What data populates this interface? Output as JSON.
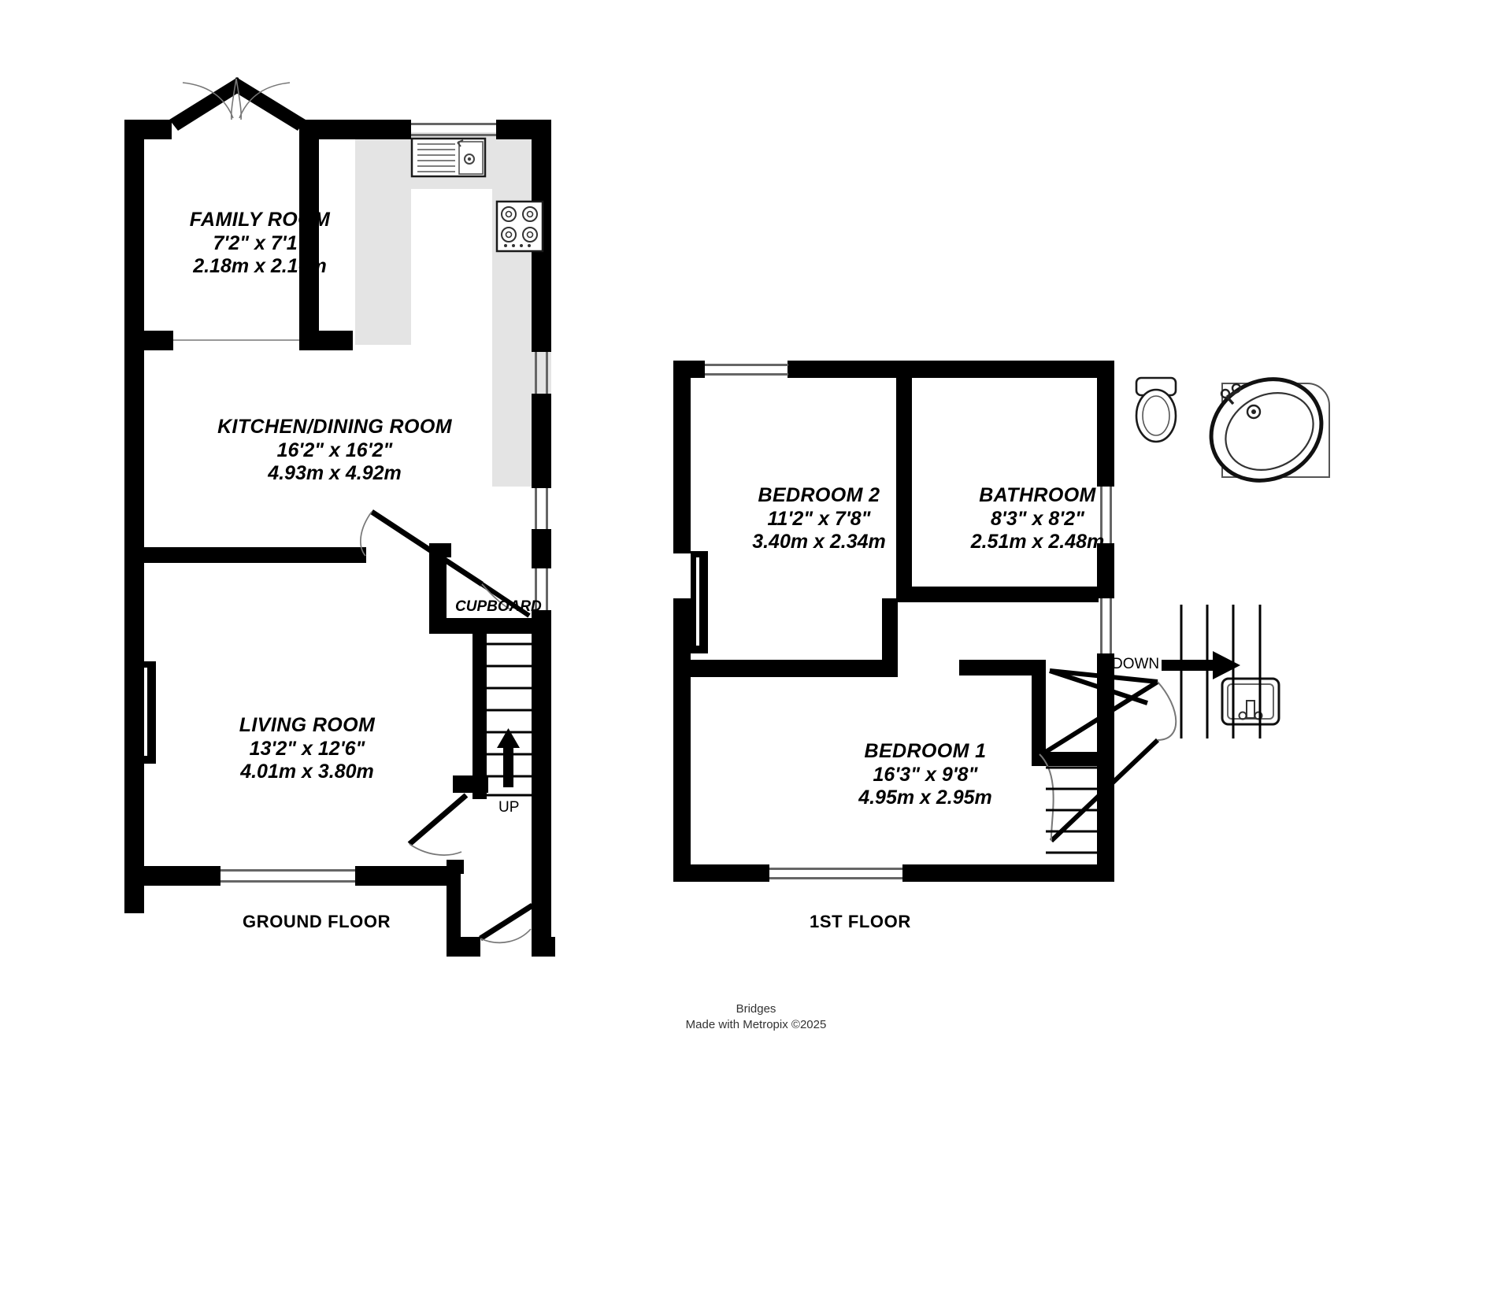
{
  "document": {
    "type": "floor-plan",
    "credit_line1": "Bridges",
    "credit_line2": "Made with Metropix ©2025"
  },
  "floors": [
    {
      "id": "ground",
      "label": "GROUND FLOOR",
      "rooms": [
        {
          "name": "FAMILY ROOM",
          "dim_imperial": "7'2\"  x 7'1\"",
          "dim_metric": "2.18m  x 2.16m"
        },
        {
          "name": "KITCHEN/DINING ROOM",
          "dim_imperial": "16'2\"  x 16'2\"",
          "dim_metric": "4.93m  x 4.92m"
        },
        {
          "name": "LIVING ROOM",
          "dim_imperial": "13'2\"  x 12'6\"",
          "dim_metric": "4.01m  x 3.80m"
        }
      ],
      "annotations": [
        {
          "text": "CUPBOARD"
        },
        {
          "text": "UP"
        }
      ]
    },
    {
      "id": "first",
      "label": "1ST FLOOR",
      "rooms": [
        {
          "name": "BEDROOM 2",
          "dim_imperial": "11'2\"  x 7'8\"",
          "dim_metric": "3.40m  x 2.34m"
        },
        {
          "name": "BATHROOM",
          "dim_imperial": "8'3\"  x 8'2\"",
          "dim_metric": "2.51m  x 2.48m"
        },
        {
          "name": "BEDROOM 1",
          "dim_imperial": "16'3\"  x 9'8\"",
          "dim_metric": "4.95m  x 2.95m"
        }
      ],
      "annotations": [
        {
          "text": "DOWN"
        }
      ]
    }
  ],
  "colors": {
    "wall": "#000000",
    "worktop": "#e4e4e4",
    "background": "#ffffff",
    "fixture_outline": "#1a1a1a",
    "thin_line": "#555555"
  }
}
